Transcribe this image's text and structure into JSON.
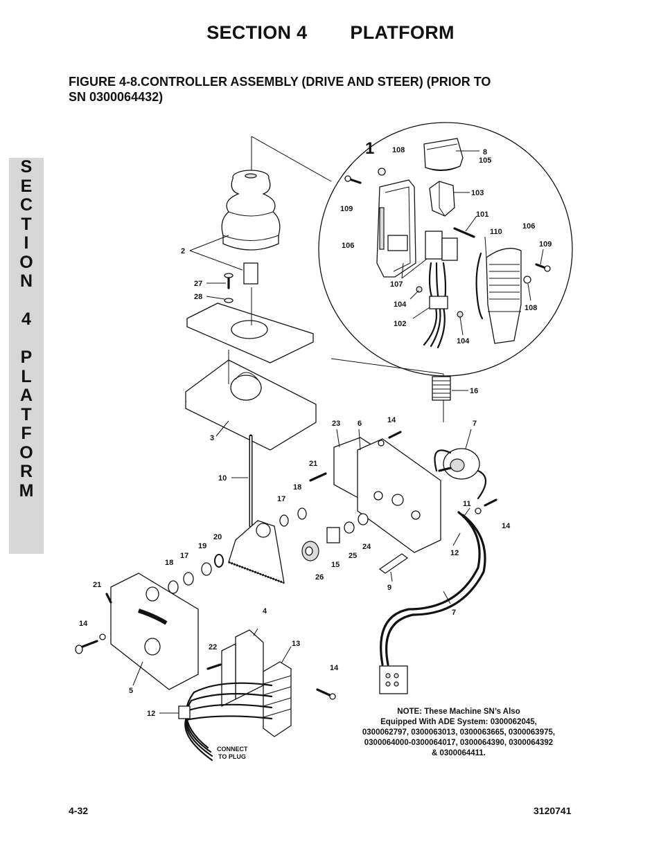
{
  "header": {
    "section_label": "SECTION 4",
    "section_name": "PLATFORM",
    "figure_title_line1": "FIGURE 4-8.CONTROLLER ASSEMBLY (DRIVE AND STEER) (PRIOR TO",
    "figure_title_line2": "SN 0300064432)"
  },
  "side_tab": {
    "letters": [
      "S",
      "E",
      "C",
      "T",
      "I",
      "O",
      "N",
      " ",
      "4",
      " ",
      "P",
      "L",
      "A",
      "T",
      "F",
      "O",
      "R",
      "M"
    ]
  },
  "callouts": {
    "detail_number": "1",
    "c108a": "108",
    "c8": "8",
    "c105": "105",
    "c109a": "109",
    "c103": "103",
    "c101": "101",
    "c110": "110",
    "c106a": "106",
    "c106b": "106",
    "c109b": "109",
    "c107": "107",
    "c104a": "104",
    "c102": "102",
    "c104b": "104",
    "c108b": "108",
    "c2": "2",
    "c27": "27",
    "c28": "28",
    "c16": "16",
    "c3": "3",
    "c23": "23",
    "c6": "6",
    "c14a": "14",
    "c7a": "7",
    "c21a": "21",
    "c10": "10",
    "c18a": "18",
    "c17a": "17",
    "c11": "11",
    "c14b": "14",
    "c20": "20",
    "c19": "19",
    "c17b": "17",
    "c18b": "18",
    "c24": "24",
    "c25": "25",
    "c15": "15",
    "c26": "26",
    "c12a": "12",
    "c9": "9",
    "c21b": "21",
    "c7b": "7",
    "c4": "4",
    "c14c": "14",
    "c13": "13",
    "c22": "22",
    "c14d": "14",
    "c5": "5",
    "c12b": "12",
    "connect_line1": "CONNECT",
    "connect_line2": "TO PLUG"
  },
  "note": {
    "line1": "NOTE:  These Machine SN’s Also",
    "line2": "Equipped With ADE System:  0300062045,",
    "line3": "0300062797, 0300063013, 0300063665, 0300063975,",
    "line4": "0300064000-0300064017, 0300064390, 0300064392",
    "line5": "& 0300064411."
  },
  "footer": {
    "page_number": "4-32",
    "doc_number": "3120741"
  },
  "colors": {
    "side_tab_bg": "#d7d7d7",
    "ink": "#111111"
  }
}
